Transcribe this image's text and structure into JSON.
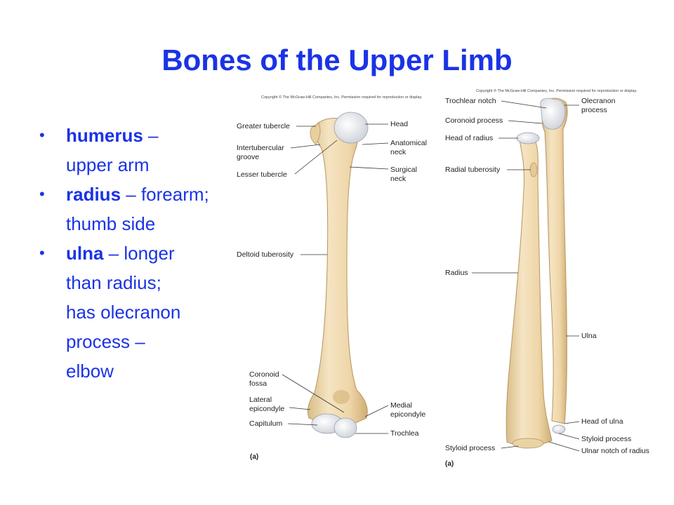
{
  "slide": {
    "title": "Bones of the Upper Limb",
    "bullets": [
      {
        "term": "humerus",
        "lines": [
          " –",
          "upper arm"
        ]
      },
      {
        "term": "radius",
        "lines": [
          " – forearm;",
          "thumb side"
        ]
      },
      {
        "term": "ulna",
        "lines": [
          " – longer",
          "than radius;",
          "has olecranon",
          "process –",
          "elbow"
        ]
      }
    ]
  },
  "figure_humerus": {
    "copyright": "Copyright © The McGraw-Hill Companies, Inc. Permission required for reproduction or display.",
    "panel": "(a)",
    "left_labels": {
      "greater_tubercle": "Greater tubercle",
      "intertubercular_1": "Intertubercular",
      "intertubercular_2": "groove",
      "lesser_tubercle": "Lesser tubercle",
      "deltoid_tuberosity": "Deltoid tuberosity",
      "coronoid_fossa_1": "Coronoid",
      "coronoid_fossa_2": "fossa",
      "lateral_epicondyle_1": "Lateral",
      "lateral_epicondyle_2": "epicondyle",
      "capitulum": "Capitulum"
    },
    "right_labels": {
      "head": "Head",
      "anatomical_neck_1": "Anatomical",
      "anatomical_neck_2": "neck",
      "surgical_neck_1": "Surgical",
      "surgical_neck_2": "neck",
      "medial_epicondyle_1": "Medial",
      "medial_epicondyle_2": "epicondyle",
      "trochlea": "Trochlea"
    }
  },
  "figure_forearm": {
    "copyright": "Copyright © The McGraw-Hill Companies, Inc. Permission required for reproduction or display.",
    "panel": "(a)",
    "left_labels": {
      "trochlear_notch": "Trochlear notch",
      "coronoid_process": "Coronoid process",
      "head_of_radius": "Head of radius",
      "radial_tuberosity": "Radial tuberosity",
      "radius": "Radius",
      "styloid_process": "Styloid process"
    },
    "right_labels": {
      "olecranon_1": "Olecranon",
      "olecranon_2": "process",
      "ulna": "Ulna",
      "head_of_ulna": "Head of ulna",
      "styloid_process": "Styloid process",
      "ulnar_notch": "Ulnar notch of radius"
    }
  },
  "colors": {
    "title": "#1a33e6",
    "bone": "#f1dcb4",
    "bone_shadow": "#dcc08e",
    "cartilage": "#eef1f4"
  }
}
